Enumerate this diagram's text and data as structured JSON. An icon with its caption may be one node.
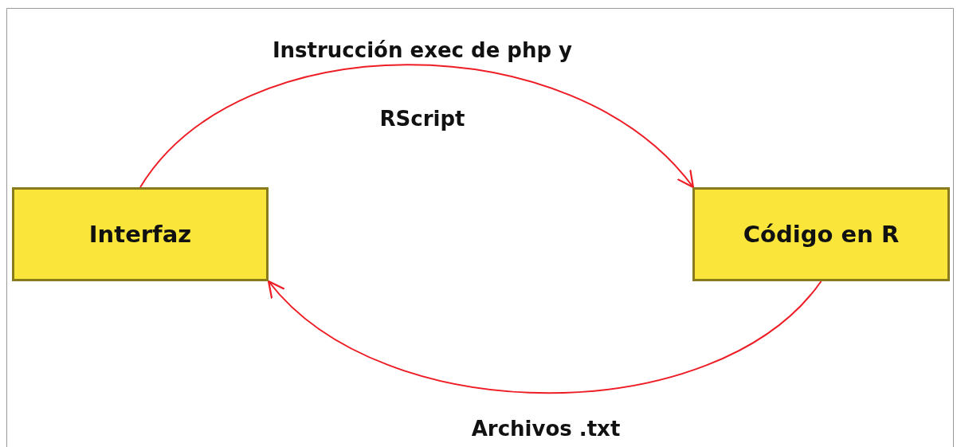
{
  "diagram": {
    "nodes": [
      {
        "text": [
          "Interfaz"
        ]
      },
      {
        "text": [
          "Código en R"
        ]
      }
    ],
    "edges": [
      {
        "from": 0,
        "to": 1,
        "arrow": "to",
        "label": "Instrucción exec de php y RScript"
      },
      {
        "from": 1,
        "to": 0,
        "arrow": "to",
        "label": "Archivos .txt"
      }
    ]
  }
}
